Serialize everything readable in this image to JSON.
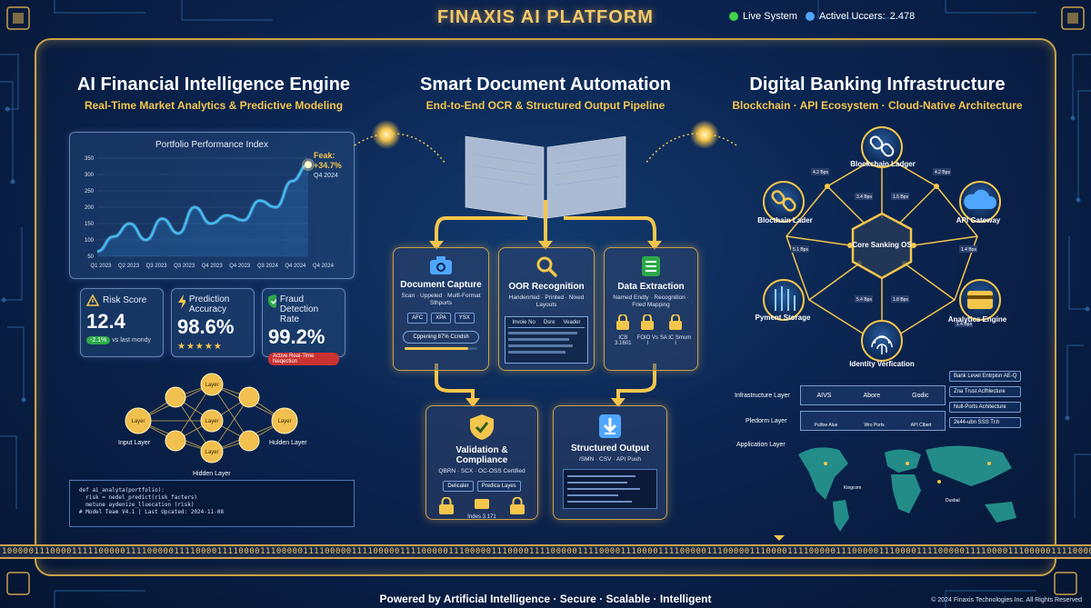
{
  "header": {
    "title": "FINAXIS AI PLATFORM",
    "live_label": "Live System",
    "users_label": "Activel Uccers:",
    "users_count": "2.478",
    "live_color": "#3ed34a",
    "users_color": "#4fa6ff"
  },
  "left": {
    "title": "AI Financial Intelligence Engine",
    "subtitle": "Real-Time Market Analytics & Predictive Modeling",
    "chart_title": "Portfolio Performance Index",
    "peak_label": "Feak:",
    "peak_value": "+34.7%",
    "peak_period": "Q4 2024",
    "metrics": [
      {
        "title": "Risk Score",
        "value": "12.4",
        "badge": "-2.1%",
        "note": "vs last mondy",
        "icon": "warning-icon"
      },
      {
        "title": "Prediction Accuracy",
        "value": "98.6%",
        "stars": "★★★★★",
        "icon": "lightning-icon"
      },
      {
        "title": "Fraud Detection Rate",
        "value": "99.2%",
        "badge": "Active Real-Time Neqection",
        "icon": "shield-check-icon"
      }
    ],
    "nn": {
      "layer_word": "Layer",
      "input_label": "Input Layer",
      "hidden_label": "Hidden Layer",
      "hidden_right": "Hulden Layer"
    },
    "code": [
      "def ai_analyta(portfolio):",
      "  risk = nedel_predict(risk_facters)",
      "  metune aydenize_lluecation (risk)",
      "# Model Team V4.1 | Last Upcated: 2024-11-08"
    ]
  },
  "center": {
    "title": "Smart Document Automation",
    "subtitle": "End-to-End OCR & Structured Output Pipeline",
    "cards": [
      {
        "title": "Document Capture",
        "sub": "Scan · Uppeled · Mulfi-Format Sthpurts",
        "tags": [
          "AFC",
          "XPA",
          "YSX"
        ],
        "progress": "Cppening 87% Ccndsh",
        "icon": "camera-icon"
      },
      {
        "title": "OOR Recognition",
        "sub": "Handenrted · Printed · Nixed Layouts",
        "cols": [
          "Invoie No",
          "Dsre",
          "Veader"
        ],
        "icon": "magnifier-icon"
      },
      {
        "title": "Data Extraction",
        "sub": "Named Endty · Recognition · Fried Mapping",
        "locks": [
          "ICB 3.1601",
          "FOIO Vs I",
          "SA IC Smum I"
        ],
        "icon": "list-icon"
      },
      {
        "title": "Validation & Compliance",
        "sub": "QBRN · SCX · OC-OSS Certified",
        "tags": [
          "Delicaler",
          "Predica Layes"
        ],
        "locks": [
          "",
          "Indes 3.171",
          ""
        ],
        "icon": "check-shield-icon"
      },
      {
        "title": "Structured Output",
        "sub": "/SMN · CSV · API Push",
        "icon": "download-icon"
      }
    ]
  },
  "right": {
    "title": "Digital Banking Infrastructure",
    "subtitle": "Blockchain · API Ecosystem · Cloud-Native Architecture",
    "core": "Core Sanking OS",
    "nodes": [
      {
        "label": "Blockchain Ladger",
        "icon": "chain-icon"
      },
      {
        "label": "Blocthain Lader",
        "icon": "chain-icon"
      },
      {
        "label": "API Gateway",
        "icon": "cloud-icon"
      },
      {
        "label": "Pyment Storage",
        "icon": "wallet-icon"
      },
      {
        "label": "Analytics Engine",
        "icon": "card-icon"
      },
      {
        "label": "Identity Verfication",
        "icon": "fingerprint-icon"
      }
    ],
    "layers": [
      {
        "name": "Infrastructure Layer",
        "items": [
          "AIVS",
          "Abore",
          "Godic"
        ]
      },
      {
        "name": "Pledorm Layer",
        "items": [
          "Pullise Alue",
          "Wro Ports",
          "API Clbert"
        ]
      },
      {
        "name": "Application Layer",
        "items": []
      }
    ],
    "badges": [
      "Bank Level Entrpisn AE-Q",
      "Zna Trust Acfhlecture",
      "Null-Ports Achitecture",
      "2k44-ubn SSS Tr.h"
    ],
    "map_labels": [
      "Kingcom",
      "Dusbal"
    ]
  },
  "binary": "1000001110000111110000011110000011110000111100001110000011110000011110000011110000011100000111000011110000011110000111000011110000011100000111000011110000011100000111000011110000011110000111000001111000001110000111000001111000001111000001110000011110000111100000111100000111000011100000111100001111",
  "footer": {
    "tagline": "Powered by Artificial Intelligence · Secure · Scalable · Intelligent",
    "copyright": "© 2024 Finaxis Technologies Inc. All Rights Reserved"
  },
  "chart_data": {
    "type": "line",
    "title": "Portfolio Performance Index",
    "categories": [
      "Q1 2023",
      "Q2 2023",
      "Q3 2023",
      "Q3 2023",
      "Q4 2023",
      "Q4 2023",
      "Q3 2024",
      "Q4 2024",
      "Q4 2024"
    ],
    "series": [
      {
        "values": [
          65,
          110,
          150,
          100,
          165,
          120,
          200,
          150,
          175,
          160,
          220,
          200,
          280,
          330
        ]
      }
    ],
    "yticks": [
      50,
      100,
      150,
      200,
      250,
      300,
      350
    ],
    "ylim": [
      50,
      350
    ],
    "annotation": "Feak: +34.7% Q4 2024"
  }
}
